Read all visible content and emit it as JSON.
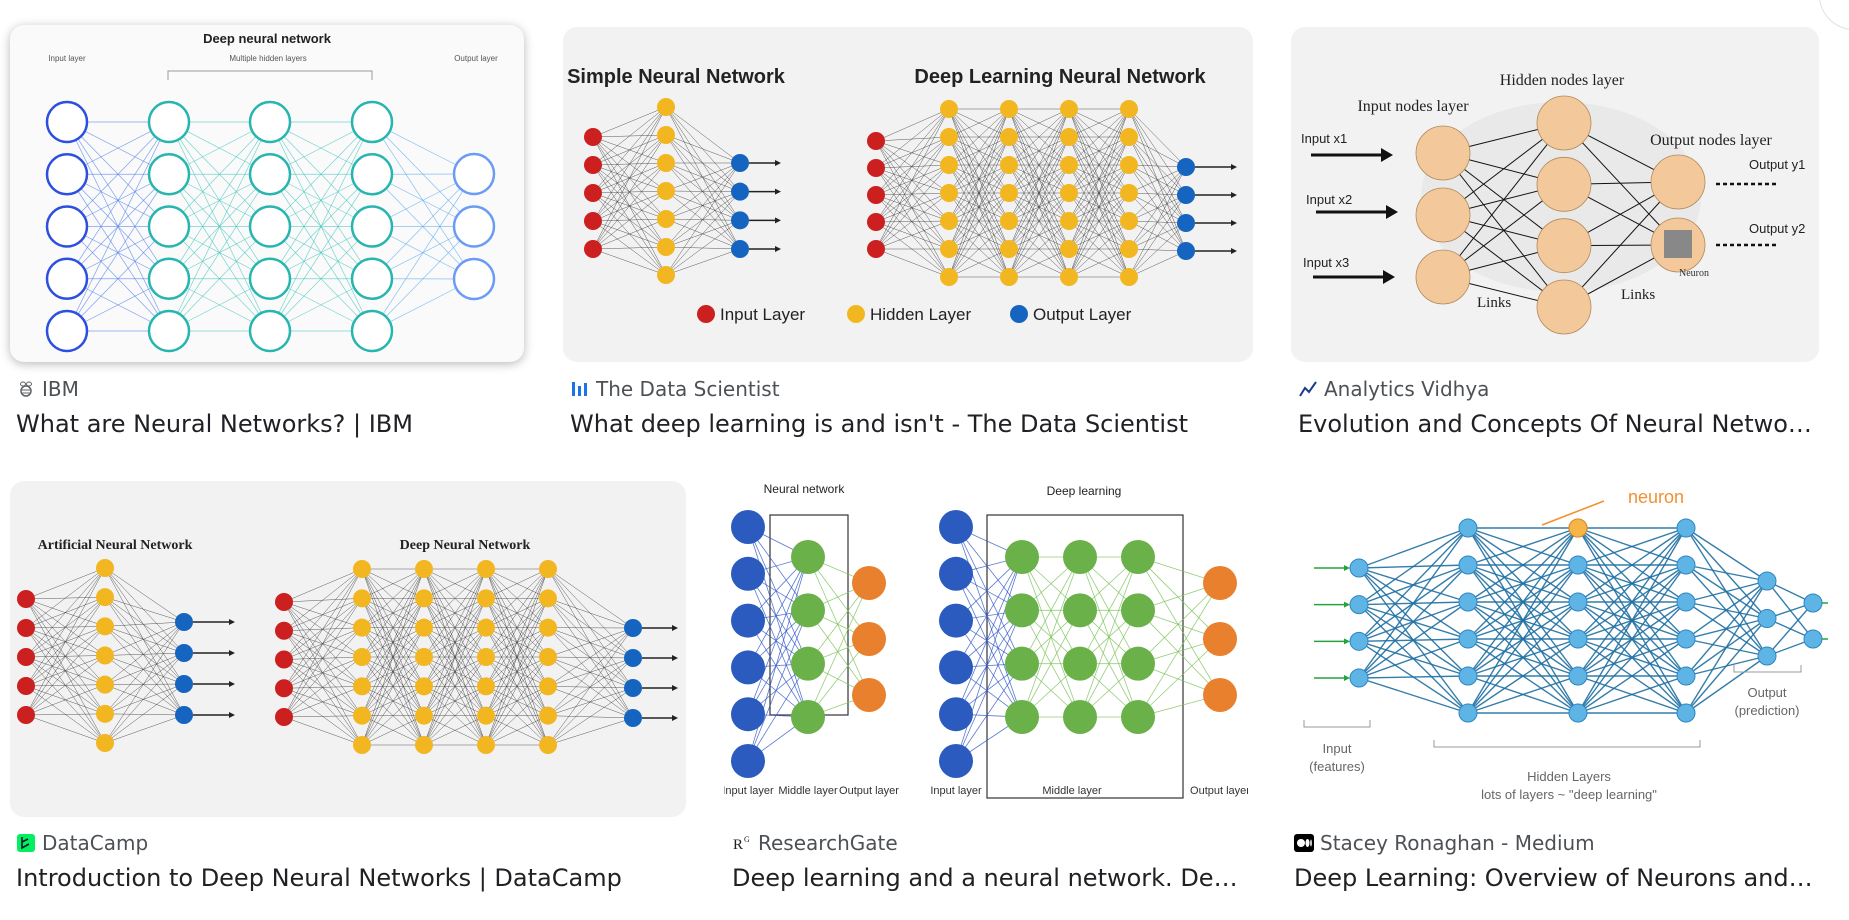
{
  "results": [
    {
      "source": "IBM",
      "title": "What are Neural Networks? | IBM",
      "favicon": "ibm-bee-icon",
      "thumb": {
        "heading": "Deep neural network",
        "labels": [
          "Input layer",
          "Multiple hidden layers",
          "Output layer"
        ]
      }
    },
    {
      "source": "The Data Scientist",
      "title": "What deep learning is and isn't - The Data Scientist",
      "favicon": "bars-icon",
      "thumb": {
        "headings": [
          "Simple Neural Network",
          "Deep Learning Neural Network"
        ],
        "legend": [
          "Input Layer",
          "Hidden Layer",
          "Output Layer"
        ]
      }
    },
    {
      "source": "Analytics Vidhya",
      "title": "Evolution and Concepts Of Neural Networks | Analytics Vidhya",
      "favicon": "trend-line-icon",
      "thumb": {
        "labels": [
          "Input nodes layer",
          "Hidden nodes layer",
          "Output nodes layer",
          "Input x1",
          "Input x2",
          "Input x3",
          "Output y1",
          "Output y2",
          "Links",
          "Links",
          "Neuron"
        ]
      }
    },
    {
      "source": "DataCamp",
      "title": "Introduction to Deep Neural Networks | DataCamp",
      "favicon": "datacamp-icon",
      "thumb": {
        "headings": [
          "Artificial Neural Network",
          "Deep Neural Network"
        ]
      }
    },
    {
      "source": "ResearchGate",
      "title": "Deep learning and a neural network. Deep learning ...",
      "favicon": "researchgate-icon",
      "thumb": {
        "headings": [
          "Neural network",
          "Deep learning"
        ],
        "labels": [
          "Input layer",
          "Middle layer",
          "Output layer",
          "Input layer",
          "Middle layer",
          "Output layer"
        ]
      }
    },
    {
      "source": "Stacey Ronaghan - Medium",
      "title": "Deep Learning: Overview of Neurons and Activation Functions",
      "favicon": "medium-icon",
      "thumb": {
        "labels": [
          "neuron",
          "Input",
          "(features)",
          "Hidden Layers",
          "lots of layers ~ \"deep learning\"",
          "Output",
          "(prediction)"
        ]
      }
    }
  ],
  "colors": {
    "blue_dark": "#2c4fe0",
    "teal": "#27b5b0",
    "red": "#cc1f1f",
    "yellow": "#f2b720",
    "blue_out": "#1565c0",
    "peach": "#f3c89a",
    "green_node": "#6ab14a",
    "orange_node": "#e8802e",
    "cyan_node": "#5fb4e6"
  }
}
